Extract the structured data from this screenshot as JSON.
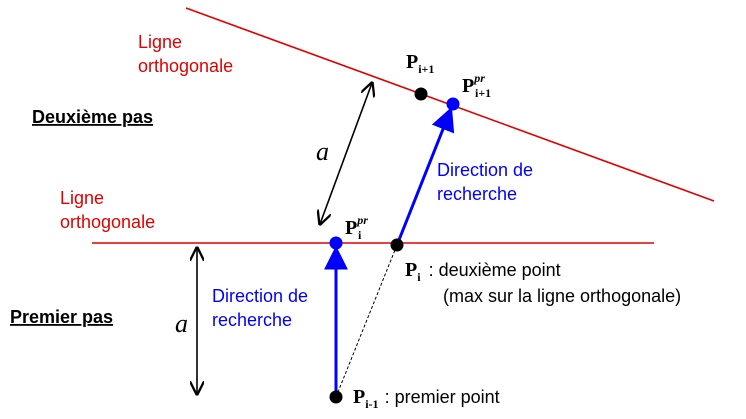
{
  "colors": {
    "orthogonal_line": "#e00000",
    "search_direction": "#0000ff",
    "text": "#000000"
  },
  "labels": {
    "ortho_top_1": "Ligne",
    "ortho_top_2": "orthogonale",
    "ortho_bottom_1": "Ligne",
    "ortho_bottom_2": "orthogonale",
    "second_step": "Deuxième pas",
    "first_step": "Premier pas",
    "distance_top": "a",
    "distance_bottom": "a",
    "dir_top_1": "Direction de",
    "dir_top_2": "recherche",
    "dir_bottom_1": "Direction de",
    "dir_bottom_2": "recherche"
  },
  "points": {
    "p_next": {
      "base": "P",
      "sub": "i+1"
    },
    "p_next_pr": {
      "base": "P",
      "sub": "i+1",
      "sup": "pr"
    },
    "p_i_pr": {
      "base": "P",
      "sub": "i",
      "sup": "pr"
    },
    "p_i": {
      "base": "P",
      "sub": "i",
      "desc": ": deuxième point",
      "desc2": "(max sur la ligne orthogonale)"
    },
    "p_prev": {
      "base": "P",
      "sub": "i-1",
      "desc": ": premier point"
    }
  }
}
